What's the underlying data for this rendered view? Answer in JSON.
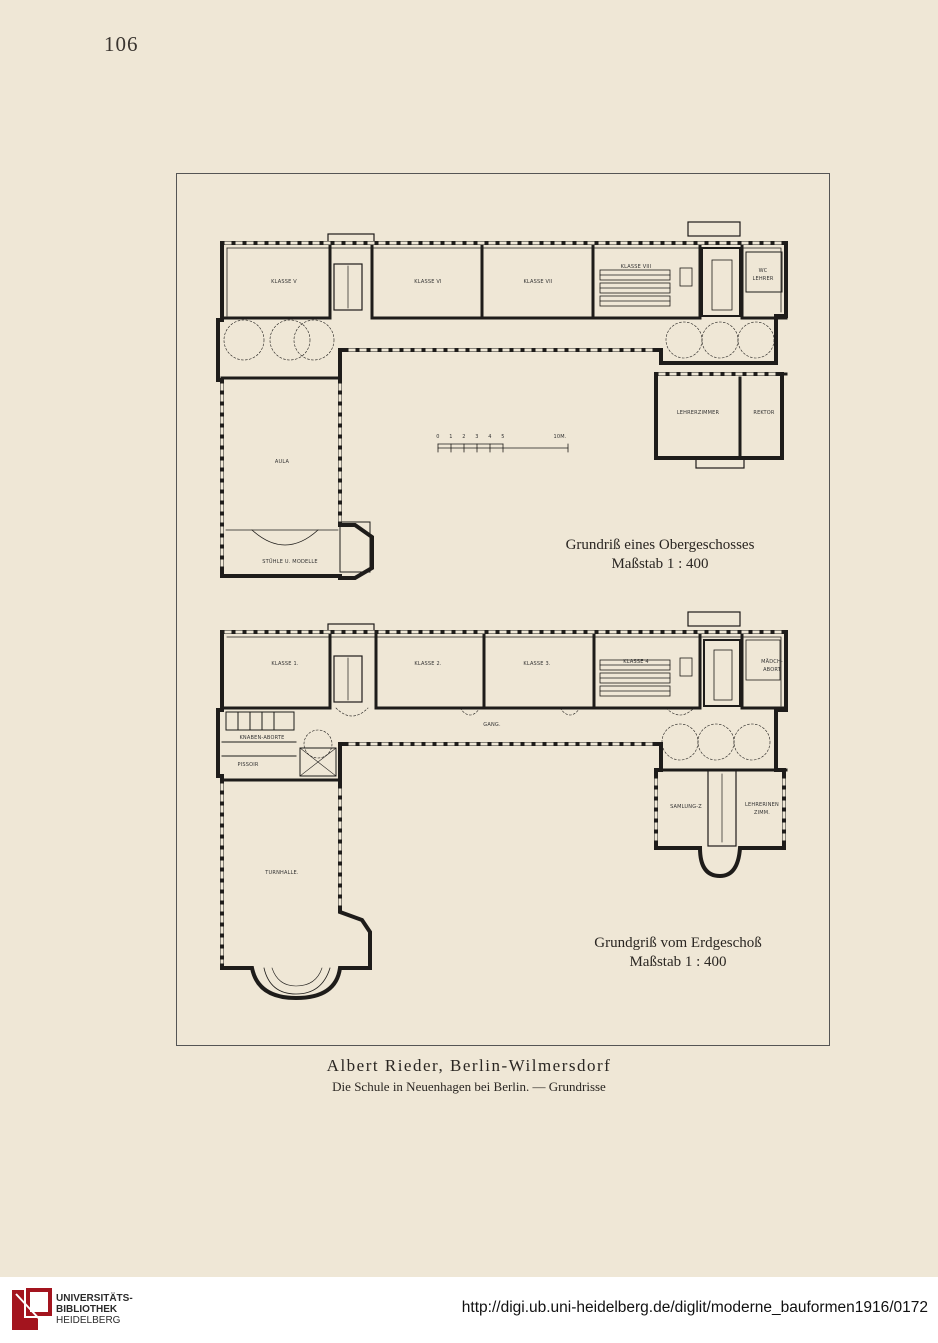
{
  "page_number": "106",
  "upper_plan": {
    "title": "Grundriß eines Obergeschosses",
    "scale": "Maßstab 1 : 400",
    "scale_bar": {
      "ticks": [
        "0",
        "1",
        "2",
        "3",
        "4",
        "5"
      ],
      "end_label": "10M."
    },
    "rooms": {
      "klasse_v": "KLASSE V",
      "klasse_vi": "KLASSE VI",
      "klasse_vii": "KLASSE VII",
      "klasse_viii": "KLASSE VIII",
      "wc_lehrer": "WC",
      "wc_lehrer_2": "LEHRER",
      "aula": "AULA",
      "stuehle": "STÜHLE U. MODELLE",
      "lehrerzimmer": "LEHRERZIMMER",
      "rektor": "REKTOR"
    }
  },
  "ground_plan": {
    "title": "Grundgriß vom Erdgeschoß",
    "scale": "Maßstab 1 : 400",
    "rooms": {
      "klasse_1": "KLASSE 1.",
      "klasse_2": "KLASSE 2.",
      "klasse_3": "KLASSE 3.",
      "klasse_4": "KLASSE 4",
      "maedch": "MÄDCH-",
      "maedch_2": "ABORT",
      "gang": "GANG.",
      "knaben": "KNABEN-ABORTE",
      "pissoir": "PISSOIR",
      "sammlung": "SAMLUNG-Z",
      "lehrerinnen": "LEHRERINEN",
      "lehrerinnen_2": "ZIMM.",
      "turnhalle": "TURNHALLE."
    }
  },
  "credit": {
    "author": "Albert Rieder, Berlin-Wilmersdorf",
    "subtitle": "Die Schule in Neuenhagen bei Berlin. — Grundrisse"
  },
  "footer": {
    "logo_line1": "UNIVERSITÄTS-",
    "logo_line2": "BIBLIOTHEK",
    "logo_line3": "HEIDELBERG",
    "url": "http://digi.ub.uni-heidelberg.de/diglit/moderne_bauformen1916/0172"
  }
}
